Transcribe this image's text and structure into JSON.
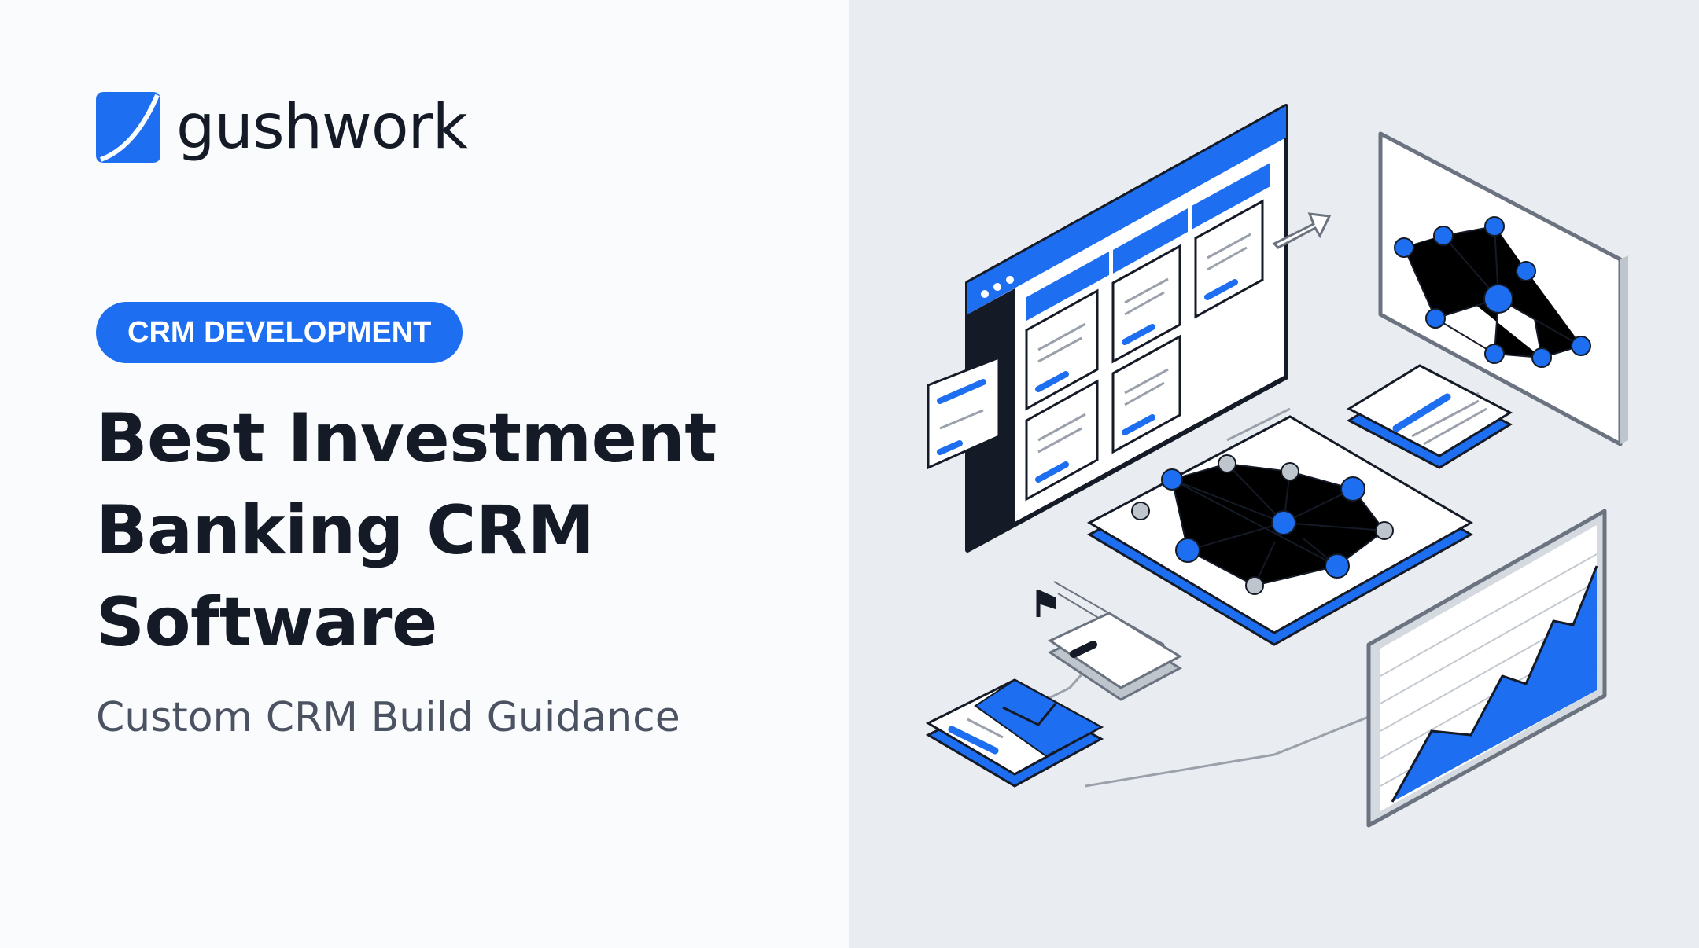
{
  "brand": {
    "name": "gushwork",
    "logo_icon": "gushwork-logo-icon",
    "accent_color": "#1d6ef0"
  },
  "hero": {
    "tag": "CRM DEVELOPMENT",
    "title_lines": [
      "Best Investment",
      "Banking CRM",
      "Software"
    ],
    "subtitle": "Custom CRM Build Guidance"
  },
  "illustration": {
    "icons": [
      "kanban-board-icon",
      "network-graph-icon",
      "line-chart-icon",
      "email-card-icon",
      "arrow-icon",
      "flag-icon"
    ]
  }
}
